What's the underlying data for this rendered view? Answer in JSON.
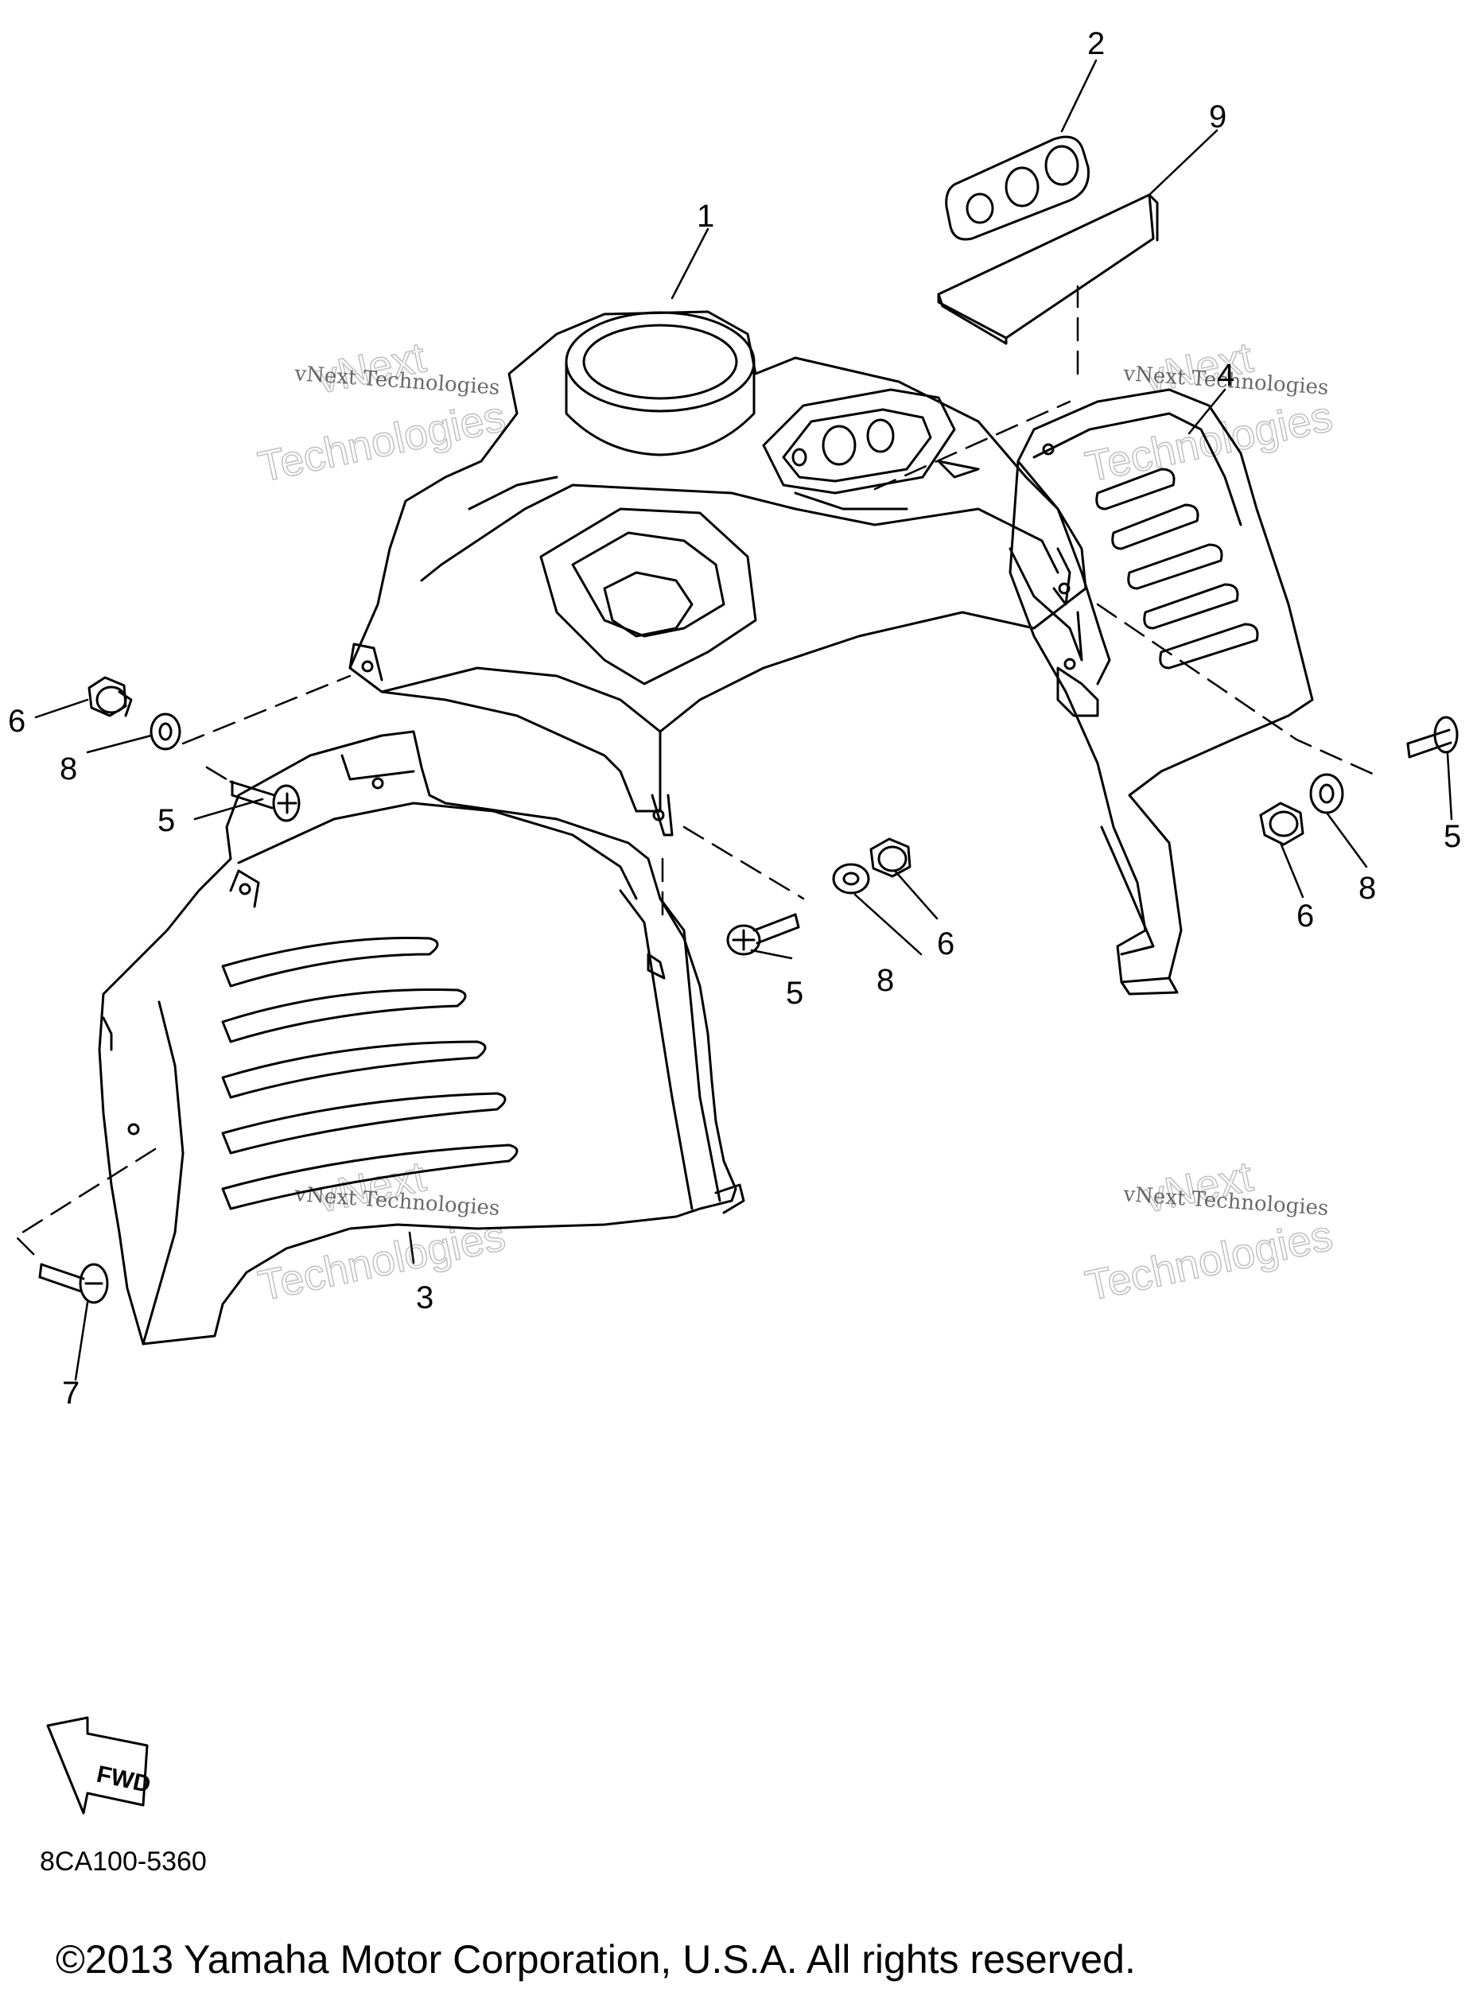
{
  "callouts": {
    "c1": "1",
    "c2": "2",
    "c3": "3",
    "c4": "4",
    "c5a": "5",
    "c5b": "5",
    "c5c": "5",
    "c6a": "6",
    "c6b": "6",
    "c6c": "6",
    "c7": "7",
    "c8a": "8",
    "c8b": "8",
    "c8c": "8",
    "c9": "9"
  },
  "fwd_label": "FWD",
  "watermarks": {
    "small": "vNext Technologies",
    "big_line1": "vNext",
    "big_line2": "Technologies"
  },
  "part_code": "8CA100-5360",
  "copyright": "©2013 Yamaha Motor Corporation, U.S.A. All rights reserved."
}
